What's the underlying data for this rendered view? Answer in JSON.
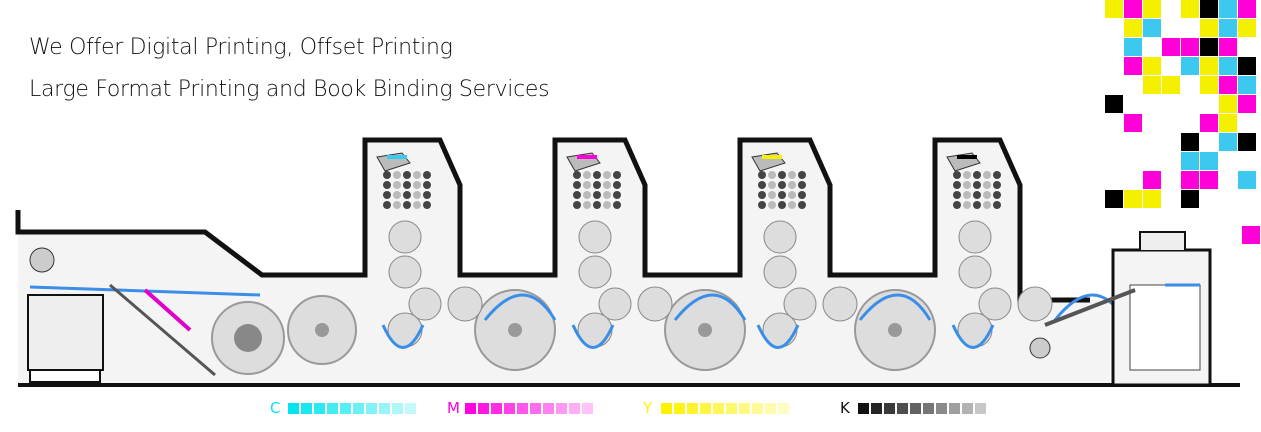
{
  "headline": {
    "line1": "We Offer Digital Printing, Offset Printing",
    "line2": "Large Format Printing and Book Binding Services"
  },
  "color_strips": [
    {
      "label": "C",
      "color": "#00e5f0"
    },
    {
      "label": "M",
      "color": "#ff00e0"
    },
    {
      "label": "Y",
      "color": "#fff200"
    },
    {
      "label": "K",
      "color": "#111111"
    }
  ],
  "colors": {
    "cyan": "#3cc8ef",
    "magenta": "#ff00d8",
    "yellow": "#f5f000",
    "black": "#000000",
    "paper_path": "#3a8ee8"
  }
}
